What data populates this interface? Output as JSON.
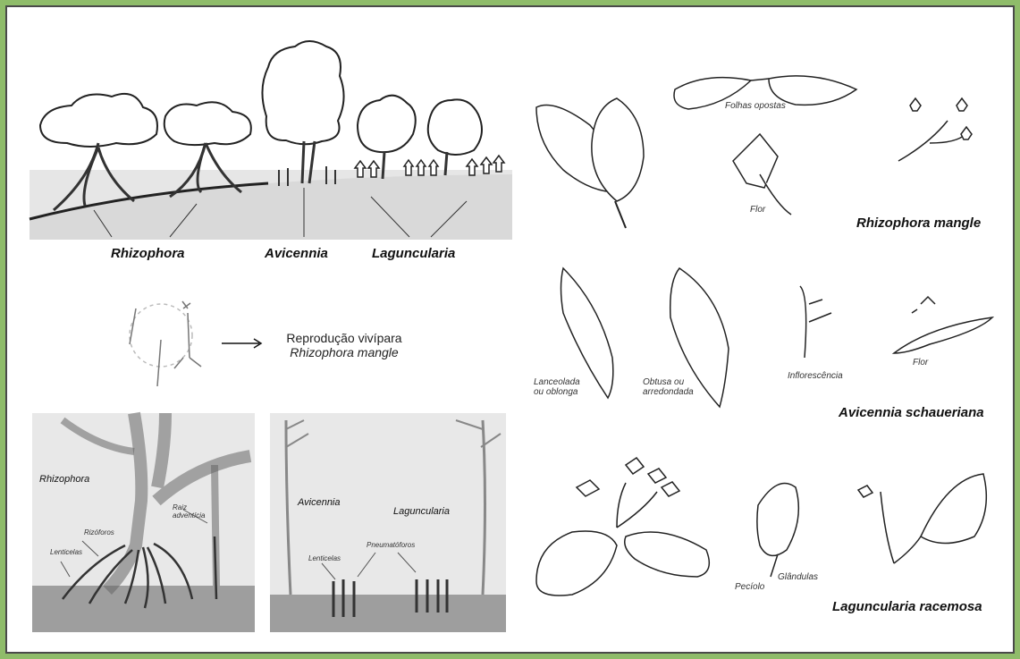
{
  "mangrove_profile": {
    "rhizophora": "Rhizophora",
    "avicennia": "Avicennia",
    "laguncularia": "Laguncularia"
  },
  "reproduction": {
    "line1": "Reprodução vivípara",
    "line2": "Rhizophora mangle"
  },
  "roots_left": {
    "title": "Rhizophora",
    "raiz": "Raiz adventícia",
    "rizoforos": "Rizóforos",
    "lenticelas": "Lenticelas"
  },
  "roots_right": {
    "avicennia": "Avicennia",
    "laguncularia": "Laguncularia",
    "lenticelas": "Lenticelas",
    "pneumatoforos": "Pneumatóforos"
  },
  "rhizophora_mangle": {
    "name": "Rhizophora mangle",
    "folhas": "Folhas opostas",
    "flor": "Flor"
  },
  "avicennia_schaueriana": {
    "name": "Avicennia schaueriana",
    "lanceolada": "Lanceolada ou oblonga",
    "obtusa": "Obtusa ou arredondada",
    "inflorescencia": "Inflorescência",
    "flor": "Flor"
  },
  "laguncularia_racemosa": {
    "name": "Laguncularia racemosa",
    "peciolo": "Pecíolo",
    "glandulas": "Glândulas"
  }
}
